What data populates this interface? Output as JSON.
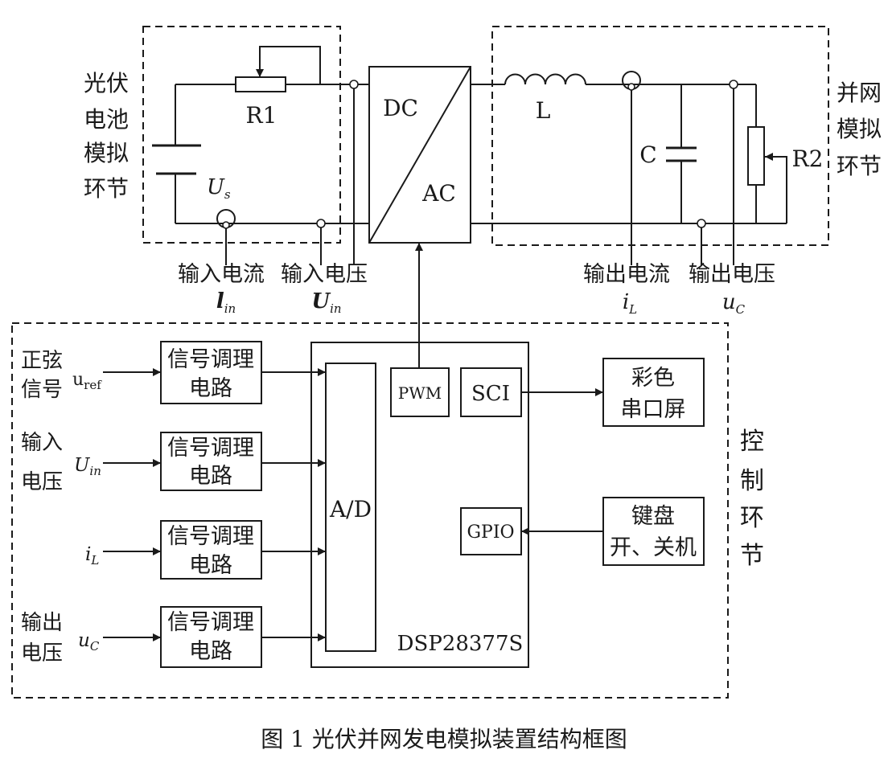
{
  "pv_module": {
    "side_label": [
      "光伏",
      "电池",
      "模拟",
      "环节"
    ],
    "resistor_label": "R1",
    "source": {
      "symbol": "U",
      "sub": "s"
    }
  },
  "converter": {
    "dc_label": "DC",
    "ac_label": "AC"
  },
  "grid_module": {
    "side_label": [
      "并网",
      "模拟",
      "环节"
    ],
    "inductor_label": "L",
    "capacitor_label": "C",
    "resistor_label": "R2"
  },
  "measurements": {
    "input_current": {
      "label": "输入电流",
      "symbol": "l",
      "sub": "in"
    },
    "input_voltage": {
      "label": "输入电压",
      "symbol": "U",
      "sub": "in"
    },
    "output_current": {
      "label": "输出电流",
      "symbol": "i",
      "sub": "L"
    },
    "output_voltage": {
      "label": "输出电压",
      "symbol": "u",
      "sub": "C"
    }
  },
  "control_module": {
    "side_label": [
      "控",
      "制",
      "环",
      "节"
    ],
    "inputs": [
      {
        "name": [
          "正弦",
          "信号"
        ],
        "symbol": "u",
        "sub": "ref"
      },
      {
        "name": [
          "输入",
          "电压"
        ],
        "symbol": "U",
        "sub": "in"
      },
      {
        "symbol": "i",
        "sub": "L"
      },
      {
        "name": [
          "输出",
          "电压"
        ],
        "symbol": "u",
        "sub": "C"
      }
    ],
    "conditioning_blocks": [
      [
        "信号调理",
        "电路"
      ],
      [
        "信号调理",
        "电路"
      ],
      [
        "信号调理",
        "电路"
      ],
      [
        "信号调理",
        "电路"
      ]
    ],
    "dsp": {
      "model": "DSP28377S",
      "adc": "A/D",
      "pwm": "PWM",
      "sci": "SCI",
      "gpio": "GPIO"
    },
    "display": [
      "彩色",
      "串口屏"
    ],
    "keypad": [
      "键盘",
      "开、关机"
    ]
  },
  "caption": "图 1 光伏并网发电模拟装置结构框图"
}
